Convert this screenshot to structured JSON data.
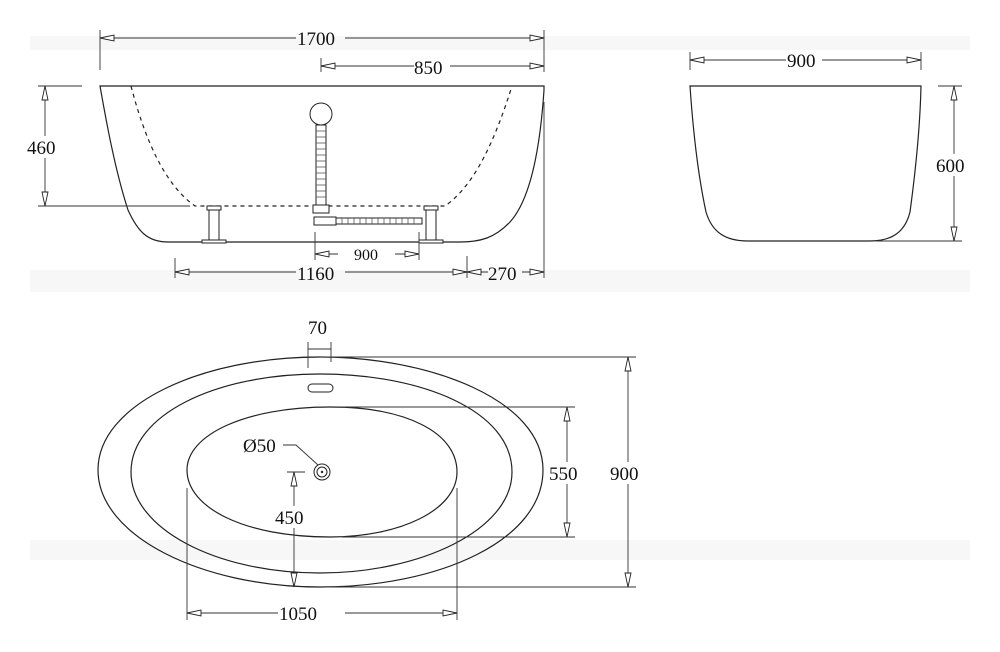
{
  "drawing": {
    "title": "Freestanding bathtub technical drawing",
    "units": "mm",
    "line_color": "#222222",
    "background": "#ffffff"
  },
  "front_view": {
    "dimensions": {
      "overall_length": "1700",
      "half_length": "850",
      "inner_depth": "460",
      "feet_span": "1160",
      "foot_to_edge": "270",
      "drain_to_foot": "900"
    }
  },
  "side_view": {
    "dimensions": {
      "width": "900",
      "height": "600"
    }
  },
  "top_view": {
    "dimensions": {
      "overflow_width": "70",
      "drain_diameter": "Ø50",
      "drain_offset": "450",
      "inner_width": "550",
      "overall_width": "900",
      "inner_length": "1050"
    }
  }
}
